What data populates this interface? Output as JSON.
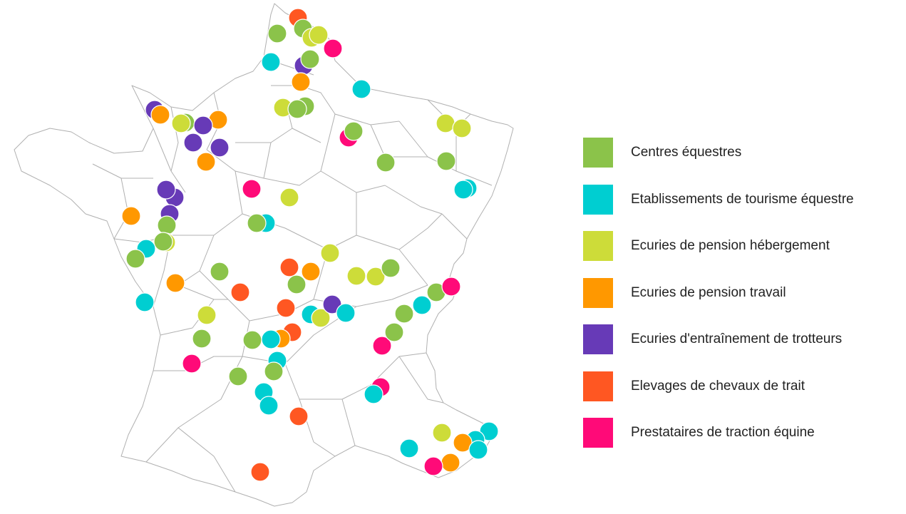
{
  "legend": [
    {
      "key": "centres",
      "label": "Centres équestres",
      "color": "#8bc34a"
    },
    {
      "key": "tourisme",
      "label": "Etablissements de tourisme équestre",
      "color": "#00ced1"
    },
    {
      "key": "hebergement",
      "label": "Ecuries de pension hébergement",
      "color": "#cddc39"
    },
    {
      "key": "travail",
      "label": "Ecuries de pension travail",
      "color": "#ff9800"
    },
    {
      "key": "trotteurs",
      "label": "Ecuries d'entraînement de trotteurs",
      "color": "#673ab7"
    },
    {
      "key": "trait",
      "label": "Elevages de chevaux de trait",
      "color": "#ff5722"
    },
    {
      "key": "traction",
      "label": "Prestataires de traction équine",
      "color": "#ff0a78"
    }
  ],
  "map": {
    "border_color": "#b0b0b0"
  }
}
